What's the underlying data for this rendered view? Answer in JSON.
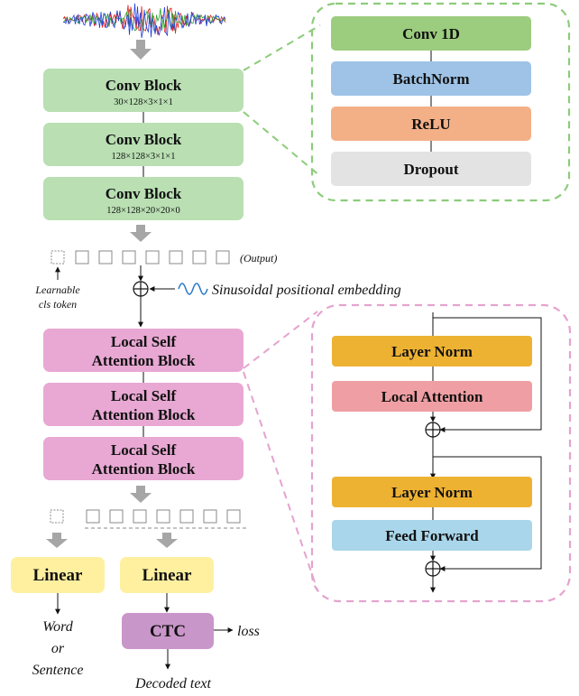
{
  "conv_blocks": [
    {
      "label": "Conv Block",
      "params": "30×128×3×1×1"
    },
    {
      "label": "Conv Block",
      "params": "128×128×3×1×1"
    },
    {
      "label": "Conv Block",
      "params": "128×128×20×20×0"
    }
  ],
  "conv_detail": [
    "Conv 1D",
    "BatchNorm",
    "ReLU",
    "Dropout"
  ],
  "output_label": "(Output)",
  "cls_token_label": [
    "Learnable",
    "cls token"
  ],
  "positional_embedding_label": "Sinusoidal positional embedding",
  "attention_blocks": [
    {
      "line1": "Local Self",
      "line2": "Attention Block"
    },
    {
      "line1": "Local Self",
      "line2": "Attention Block"
    },
    {
      "line1": "Local Self",
      "line2": "Attention Block"
    }
  ],
  "attention_detail": [
    "Layer Norm",
    "Local Attention",
    "Layer Norm",
    "Feed Forward"
  ],
  "linear_left": "Linear",
  "linear_right": "Linear",
  "word_output": [
    "Word",
    "or",
    "Sentence"
  ],
  "ctc_label": "CTC",
  "loss_label": "loss",
  "decoded_label": "Decoded text",
  "colors": {
    "conv_block": "#b9dfb3",
    "conv1d": "#9ccc7e",
    "batchnorm": "#9ec3e6",
    "relu": "#f3b087",
    "dropout": "#e3e3e3",
    "attention_block": "#e8a8d3",
    "layer_norm": "#eeb233",
    "local_attention": "#ef9fa3",
    "feed_forward": "#a9d6ea",
    "linear": "#fff0a0",
    "ctc": "#c996c9",
    "green_dash": "#8ccc7a",
    "pink_dash": "#e4a3cf",
    "gray_arrow": "#a6a6a6"
  }
}
